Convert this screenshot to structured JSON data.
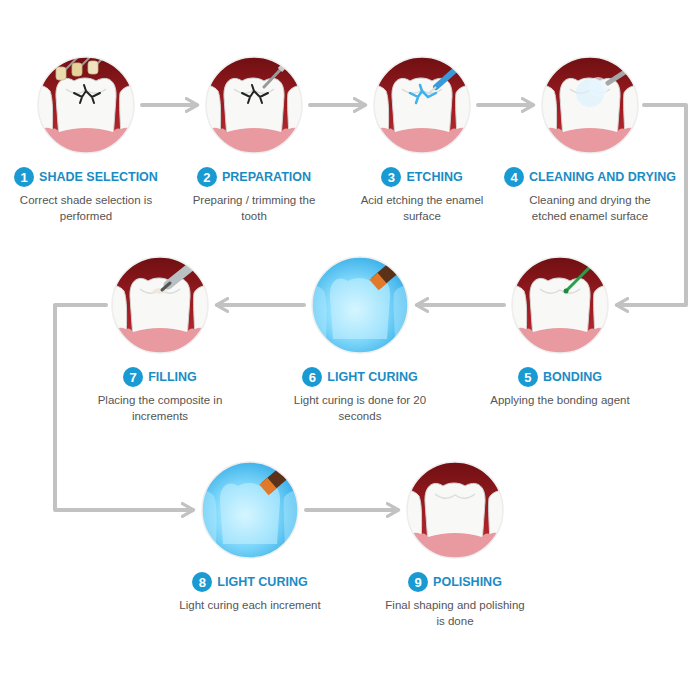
{
  "diagram": {
    "nodes": [
      {
        "text": [
          "1",
          "SHADE SELECTION",
          "Correct shade selection is performed"
        ]
      },
      {
        "text": [
          "2",
          "PREPARATION",
          "Preparing / trimming the tooth"
        ]
      },
      {
        "text": [
          "3",
          "ETCHING",
          "Acid etching the enamel surface"
        ]
      },
      {
        "text": [
          "4",
          "CLEANING AND DRYING",
          "Cleaning and drying the etched enamel surface"
        ]
      },
      {
        "text": [
          "5",
          "BONDING",
          "Applying the bonding agent"
        ]
      },
      {
        "text": [
          "6",
          "LIGHT CURING",
          "Light curing is done for 20 seconds"
        ]
      },
      {
        "text": [
          "7",
          "FILLING",
          "Placing the composite in increments"
        ]
      },
      {
        "text": [
          "8",
          "LIGHT CURING",
          "Light curing each increment"
        ]
      },
      {
        "text": [
          "9",
          "POLISHING",
          "Final shaping and polishing is done"
        ]
      }
    ],
    "edges": [
      {
        "from": 0,
        "to": 1,
        "arrow": "to"
      },
      {
        "from": 1,
        "to": 2,
        "arrow": "to"
      },
      {
        "from": 2,
        "to": 3,
        "arrow": "to"
      },
      {
        "from": 3,
        "to": 4,
        "arrow": "to"
      },
      {
        "from": 4,
        "to": 5,
        "arrow": "to"
      },
      {
        "from": 5,
        "to": 6,
        "arrow": "to"
      },
      {
        "from": 6,
        "to": 7,
        "arrow": "to"
      },
      {
        "from": 7,
        "to": 8,
        "arrow": "to"
      }
    ]
  }
}
